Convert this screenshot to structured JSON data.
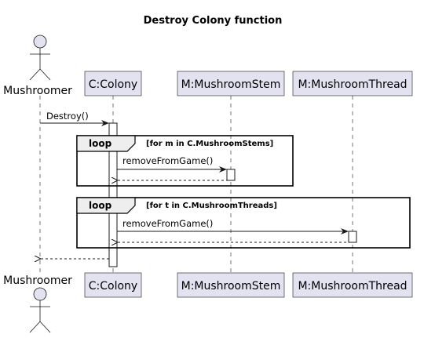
{
  "title": "Destroy Colony function",
  "actor": {
    "name": "Mushroomer"
  },
  "participants": {
    "colony": "C:Colony",
    "stem": "M:MushroomStem",
    "thread": "M:MushroomThread"
  },
  "messages": {
    "destroy": "Destroy()",
    "remove_stem": "removeFromGame()",
    "remove_thread": "removeFromGame()"
  },
  "frames": {
    "loop1": {
      "keyword": "loop",
      "guard": "[for m in C.MushroomStems]"
    },
    "loop2": {
      "keyword": "loop",
      "guard": "[for t in C.MushroomThreads]"
    }
  },
  "colors": {
    "participant_fill": "#E2E2F0",
    "frame_tab_fill": "#EEEEEE",
    "line": "#181818"
  }
}
